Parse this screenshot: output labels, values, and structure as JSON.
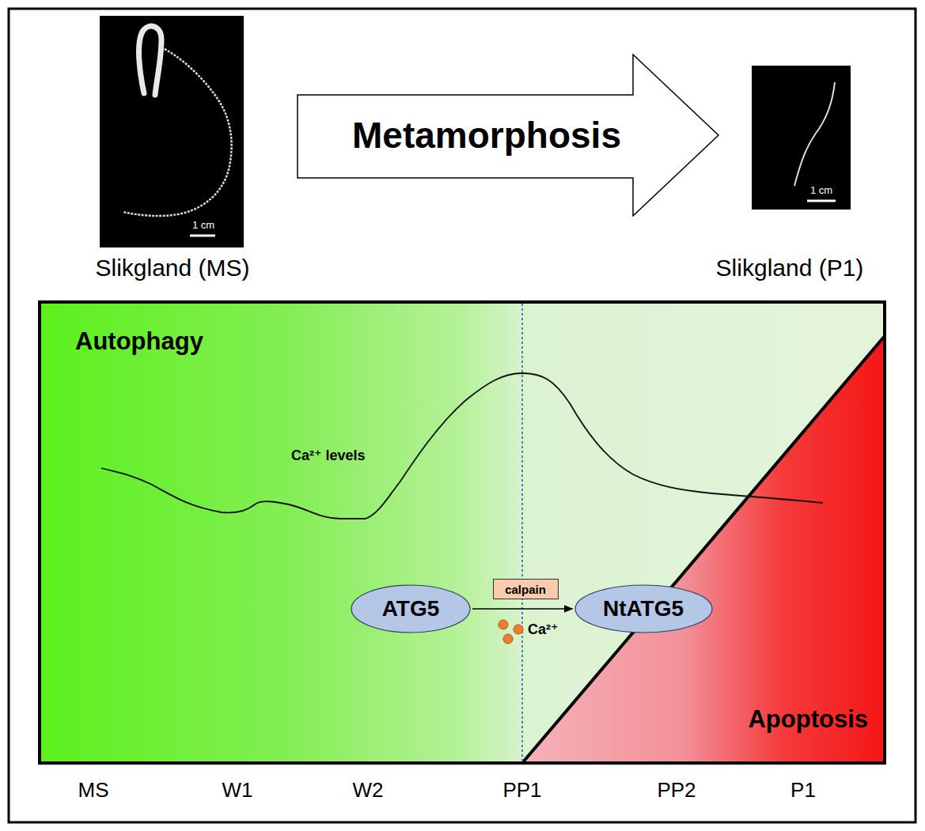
{
  "diagram": {
    "nodes": [
      {
        "text": [
          "Metamorphosis"
        ]
      },
      {
        "text": [
          "ATG5"
        ]
      },
      {
        "text": [
          "calpain"
        ]
      },
      {
        "text": [
          "NtATG5"
        ]
      }
    ],
    "edges": [
      {
        "from": 1,
        "to": 3,
        "arrow": "to"
      }
    ],
    "labels": [
      "1 cm",
      "Slikgland (MS)",
      "1 cm",
      "Slikgland (P1)",
      "Autophagy",
      "Ca²⁺ levels",
      "Ca²⁺",
      "Apoptosis",
      "MS",
      "W1",
      "W2",
      "PP1",
      "PP2",
      "P1"
    ]
  }
}
